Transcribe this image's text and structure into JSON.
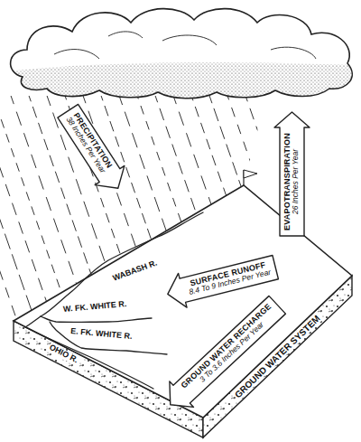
{
  "diagram": {
    "nodes": [
      {
        "text": [
          "PRECIPITATION",
          "38 Inches Per Year"
        ]
      },
      {
        "text": [
          "EVAPOTRANSPIRATION",
          "26 Inches Per Year"
        ]
      },
      {
        "text": [
          "SURFACE RUNOFF",
          "8.4 To 9 Inches Per Year"
        ]
      },
      {
        "text": [
          "GROUND WATER RECHARGE",
          "3 To 3.6 Inches Per Year"
        ]
      }
    ],
    "labels": [
      "WABASH R.",
      "W. FK. WHITE R.",
      "E. FK. WHITE R.",
      "OHIO R.",
      "GROUND WATER SYSTEM"
    ]
  }
}
